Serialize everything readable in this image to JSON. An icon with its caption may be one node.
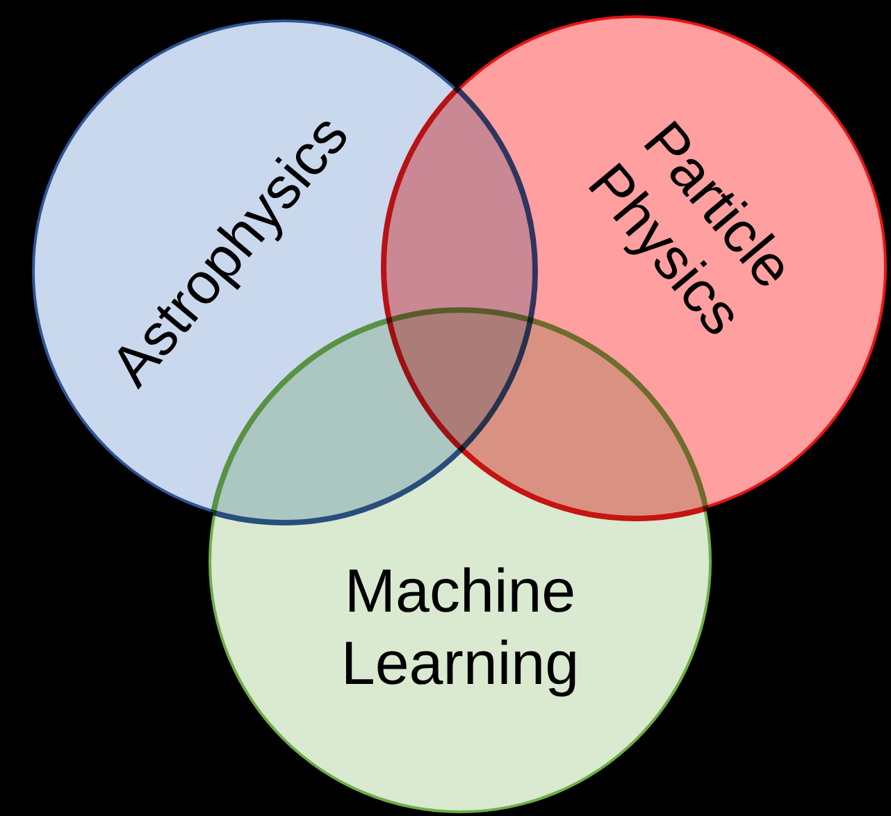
{
  "diagram": {
    "nodes": [
      {
        "text": [
          "Astrophysics"
        ]
      },
      {
        "text": [
          "Particle Physics"
        ]
      },
      {
        "text": [
          "Machine Learning"
        ]
      }
    ]
  }
}
